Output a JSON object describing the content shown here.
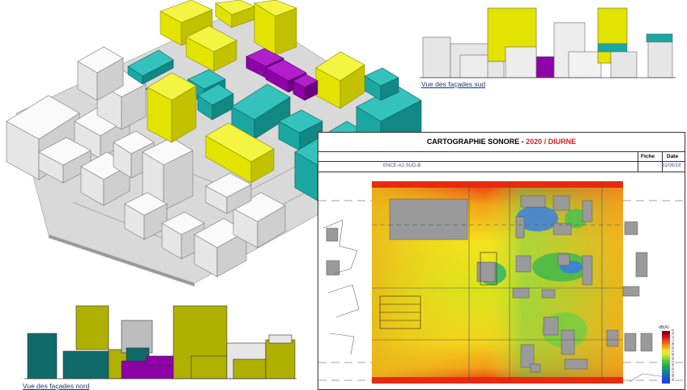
{
  "captions": {
    "south": "Vue des façades sud",
    "north": "Vue des façades nord"
  },
  "map": {
    "title_prefix": "CARTOGRAPHIE SONORE - ",
    "title_year": "2020 / DIURNE",
    "col_fiche": "Fiche",
    "col_date": "Date",
    "reference": "ENCE-A1 SUD-B",
    "date": "31/05/19",
    "legend_unit": "dB(A)",
    "legend_levels": [
      "80",
      "78",
      "76",
      "74",
      "72",
      "70",
      "68",
      "66",
      "64",
      "62",
      "60",
      "58",
      "56",
      "54",
      "52",
      "50",
      "48",
      "46",
      "44",
      "42",
      "40",
      "38",
      "36",
      "34",
      "32"
    ]
  },
  "colors": {
    "yellow": "#e3e300",
    "teal": "#1aa7a2",
    "purple": "#8e00a8",
    "white_bldg": "#f2f2f2",
    "olive": "#b0b000",
    "dark_teal": "#0f6b6a",
    "ground": "#d4d4d4",
    "title_red": "#d42020"
  }
}
